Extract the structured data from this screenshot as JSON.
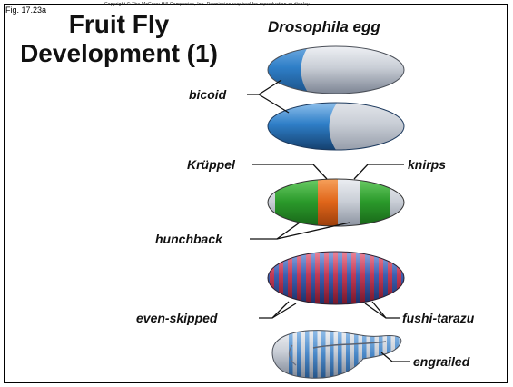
{
  "figure": {
    "fig_label": "Fig. 17.23a",
    "copyright": "Copyright © The McGraw-Hill Companies, Inc. Permission required for reproduction or display.",
    "title_line1": "Fruit Fly",
    "title_line2": "Development (1)",
    "subtitle": "Drosophila egg"
  },
  "labels": {
    "bicoid": "bicoid",
    "kruppel": "Krüppel",
    "knirps": "knirps",
    "hunchback": "hunchback",
    "even_skipped": "even-skipped",
    "fushi_tarazu": "fushi-tarazu",
    "engrailed": "engrailed"
  },
  "colors": {
    "bicoid_blue": "#2f7fc8",
    "hunchback_green": "#2b9a2b",
    "kruppel_orange": "#e0661a",
    "stripe_red": "#c23a55",
    "stripe_blue": "#3d5fb0",
    "egg_gray": "#c9ced6"
  }
}
